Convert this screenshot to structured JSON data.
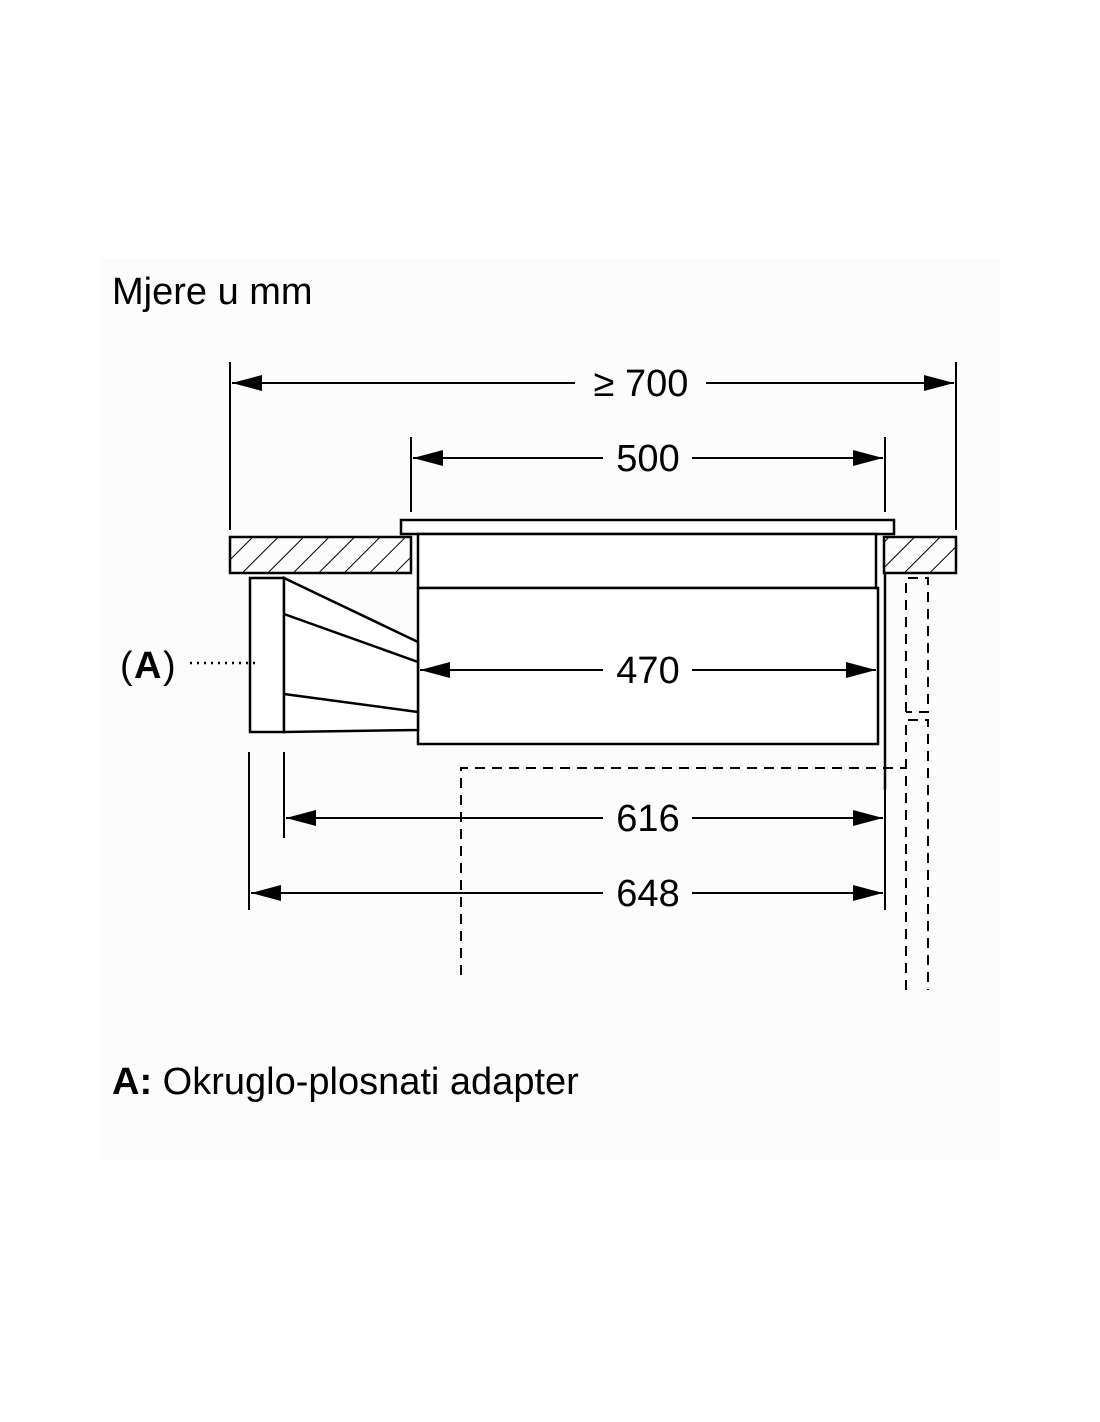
{
  "title": "Mjere u mm",
  "dimensions": {
    "overall_cutout": "≥ 700",
    "hob_width": "500",
    "unit_width": "470",
    "adapter_to_unit": "616",
    "adapter_total": "648"
  },
  "callout": {
    "label": "A"
  },
  "legend": {
    "key": "A:",
    "text": "Okruglo-plosnati adapter"
  }
}
